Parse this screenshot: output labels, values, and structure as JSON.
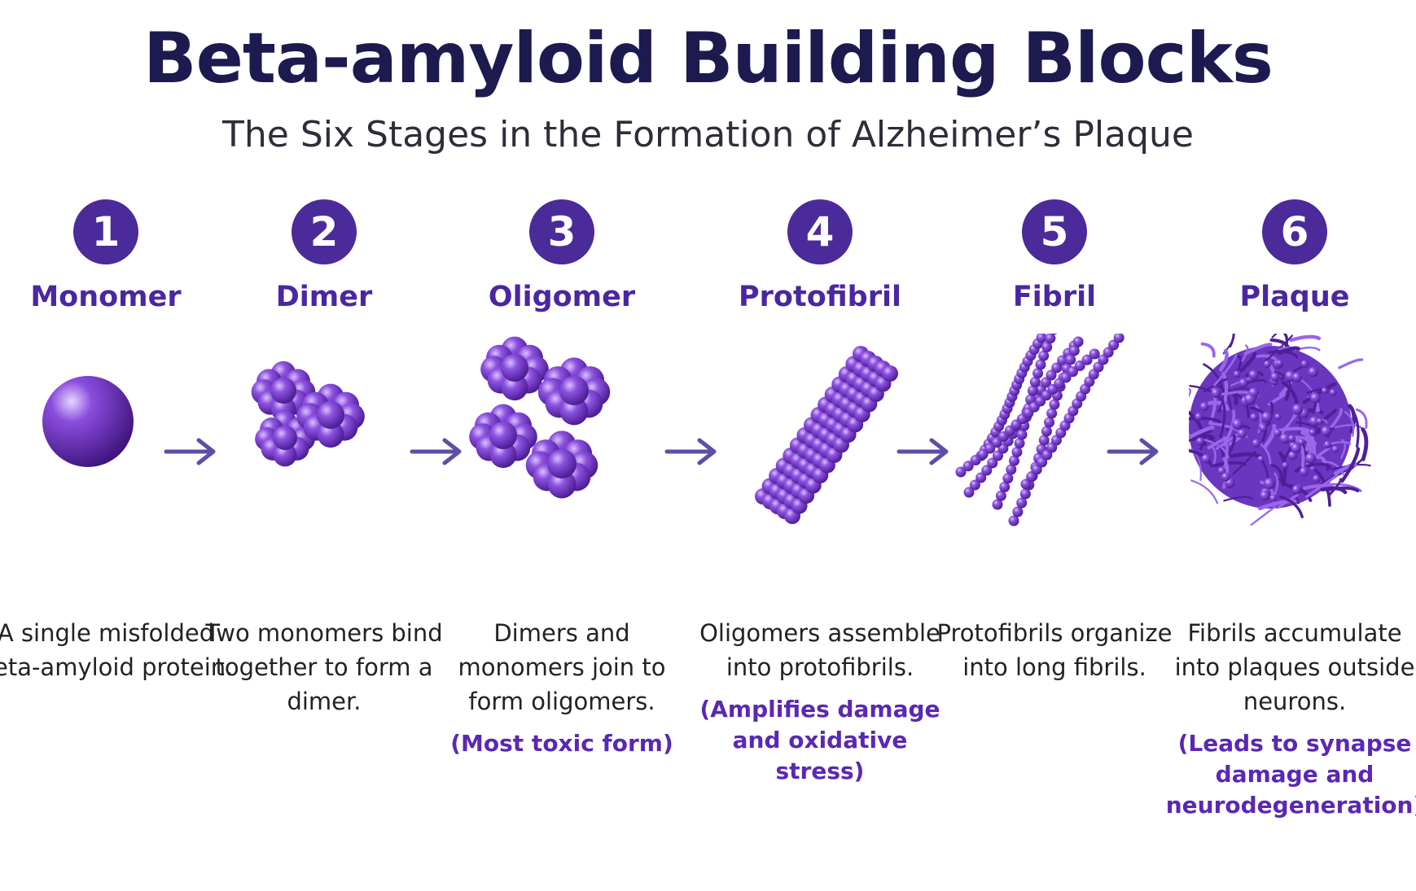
{
  "header": {
    "title": "Beta-amyloid Building  Blocks",
    "subtitle": "The Six Stages in the Formation of Alzheimer’s Plaque"
  },
  "colors": {
    "accent": "#4b2a99",
    "stage_name": "#4b26a3",
    "particle": "#7a3fd0",
    "note": "#5a28b4"
  },
  "stages": [
    {
      "number": "1",
      "name": "Monomer",
      "description": "A single misfolded beta-amyloid protein.",
      "note": ""
    },
    {
      "number": "2",
      "name": "Dimer",
      "description": "Two monomers bind together to form a dimer.",
      "note": ""
    },
    {
      "number": "3",
      "name": "Oligomer",
      "description": "Dimers and monomers join to form oligomers.",
      "note": "(Most toxic form)"
    },
    {
      "number": "4",
      "name": "Protofibril",
      "description": "Oligomers assemble into protofibrils.",
      "note": "(Amplifies damage and oxidative stress)"
    },
    {
      "number": "5",
      "name": "Fibril",
      "description": "Protofibrils organize into long fibrils.",
      "note": ""
    },
    {
      "number": "6",
      "name": "Plaque",
      "description": "Fibrils accumulate into plaques outside neurons.",
      "note": "(Leads to synapse damage and neurodegeneration)"
    }
  ],
  "icons": [
    "arrow-right-icon",
    "monomer-sphere-icon",
    "dimer-cluster-icon",
    "oligomer-cluster-icon",
    "protofibril-icon",
    "fibril-strands-icon",
    "plaque-mass-icon"
  ]
}
